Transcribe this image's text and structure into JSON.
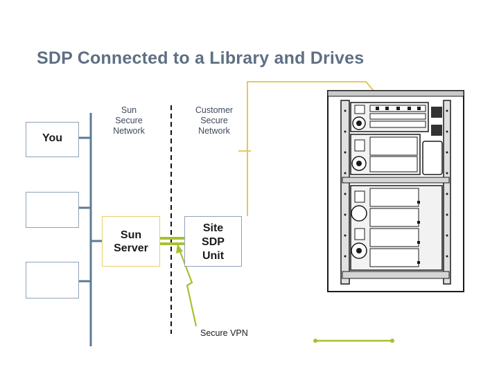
{
  "slide": {
    "title": "SDP Connected to a Library and Drives"
  },
  "zones": {
    "sun_network": [
      "Sun",
      "Secure",
      "Network"
    ],
    "customer_network": [
      "Customer",
      "Secure",
      "Network"
    ]
  },
  "nodes": {
    "you": "You",
    "sun_server": [
      "Sun",
      "Server"
    ],
    "site_sdp_unit": [
      "Site",
      "SDP",
      "Unit"
    ]
  },
  "annotations": {
    "secure_vpn": "Secure VPN"
  },
  "colors": {
    "title": "#5e6f83",
    "network_bus": "#5e7a94",
    "vpn_link": "#a8c02f",
    "library_link": "#e3c245",
    "sun_server_border": "#e6cf6a",
    "box_border": "#8ea1b6",
    "separator": "#111111"
  }
}
